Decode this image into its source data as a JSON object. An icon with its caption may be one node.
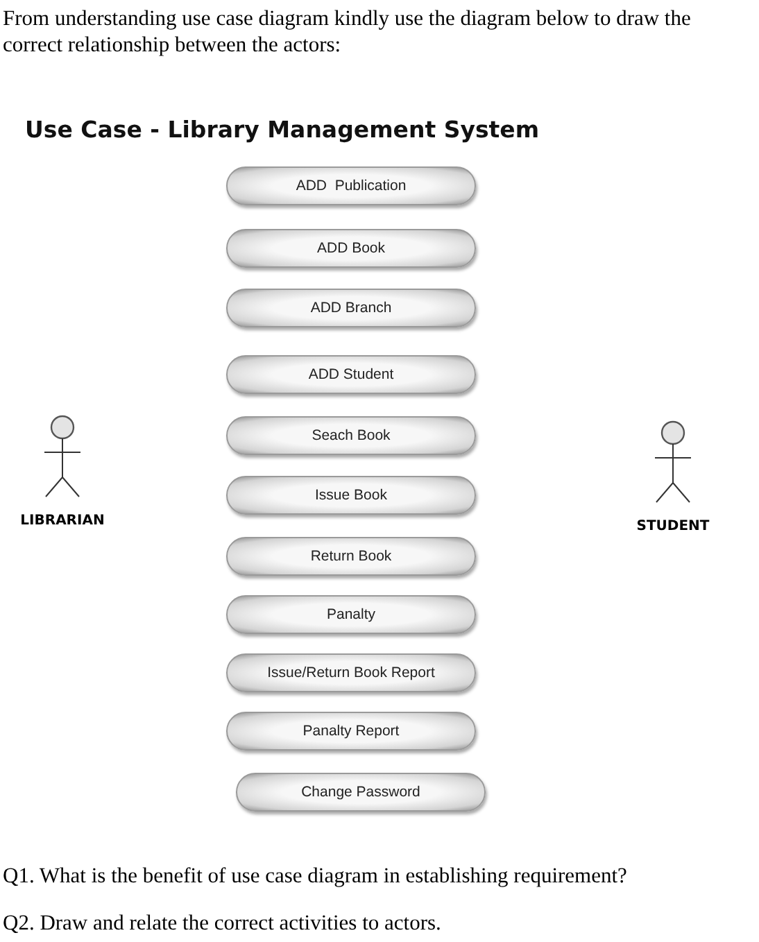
{
  "diagram": {
    "title": "Use Case - Library Management System",
    "nodes": [
      {
        "text": [
          "LIBRARIAN"
        ]
      },
      {
        "text": [
          "ADD  Publication"
        ]
      },
      {
        "text": [
          "ADD Book"
        ]
      },
      {
        "text": [
          "ADD Branch"
        ]
      },
      {
        "text": [
          "ADD Student"
        ]
      },
      {
        "text": [
          "Seach Book"
        ]
      },
      {
        "text": [
          "Issue Book"
        ]
      },
      {
        "text": [
          "Return Book"
        ]
      },
      {
        "text": [
          "Panalty"
        ]
      },
      {
        "text": [
          "Issue/Return Book Report"
        ]
      },
      {
        "text": [
          "Panalty Report"
        ]
      },
      {
        "text": [
          "Change Password"
        ]
      },
      {
        "text": [
          "STUDENT"
        ]
      }
    ],
    "labels": [
      "From understanding use case diagram kindly use the diagram below to draw the correct relationship between the actors:",
      "Q1. What is the benefit of use case diagram in establishing requirement?",
      "Q2. Draw and relate the correct activities to actors."
    ]
  }
}
